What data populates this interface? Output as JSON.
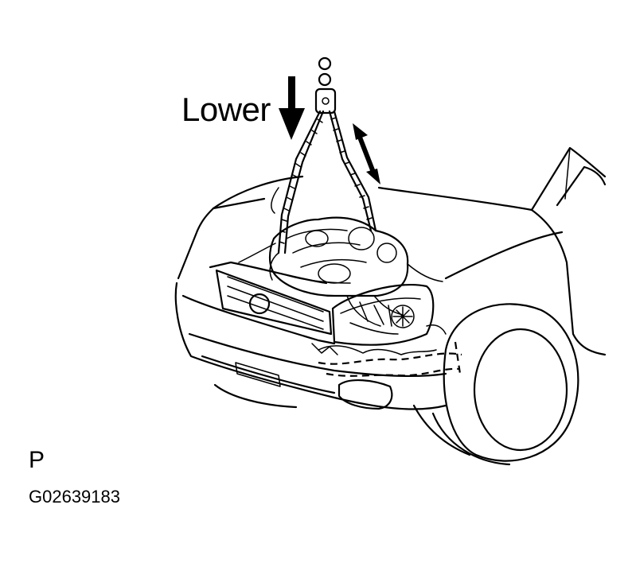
{
  "callouts": {
    "lower": "Lower",
    "view": "P",
    "figure_code": "G02639183"
  }
}
